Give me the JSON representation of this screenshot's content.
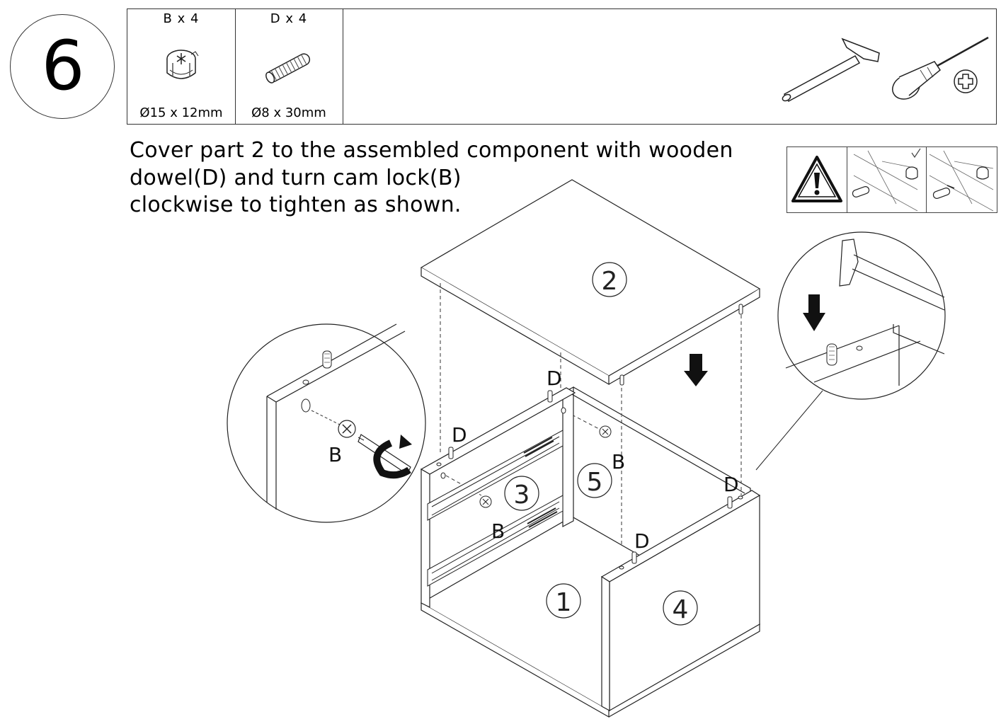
{
  "step": {
    "number": "6"
  },
  "parts": [
    {
      "qty": "B x 4",
      "size": "Ø15 x 12mm",
      "icon": "cam-lock-icon"
    },
    {
      "qty": "D x 4",
      "size": "Ø8 x 30mm",
      "icon": "wooden-dowel-icon"
    }
  ],
  "tools": [
    "hammer-icon",
    "phillips-screwdriver-icon"
  ],
  "instruction": {
    "line1": "Cover part 2 to the assembled component with wooden",
    "line2": "dowel(D) and turn cam lock(B)",
    "line3": "clockwise to tighten as shown."
  },
  "warning_icons": [
    "warning-triangle-icon",
    "correct-alignment-icon",
    "incorrect-alignment-icon"
  ],
  "diagram": {
    "panel_labels": {
      "p1": "1",
      "p2": "2",
      "p3": "3",
      "p4": "4",
      "p5": "5"
    },
    "callouts": {
      "d_back_left": "D",
      "d_left": "D",
      "d_back_right": "D",
      "d_front": "D",
      "b_left": "B",
      "b_back": "B",
      "b_zoom": "B"
    }
  }
}
